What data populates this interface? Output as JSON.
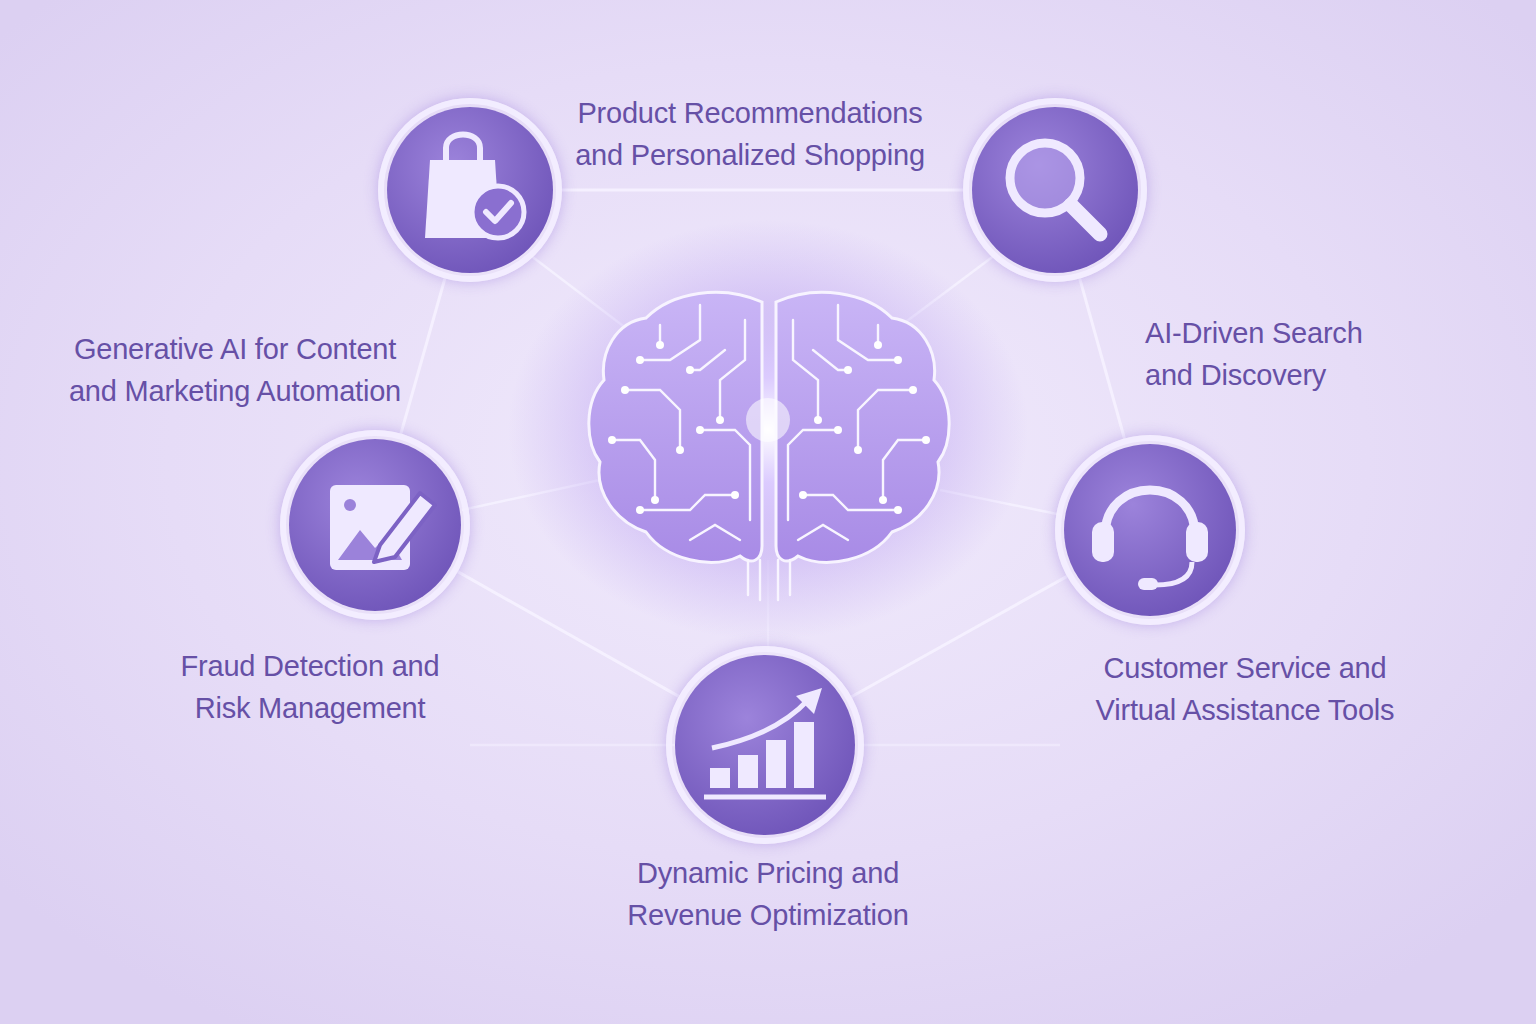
{
  "diagram": {
    "nodes": [
      {
        "text": [
          "Product Recommendations and Personalized Shopping"
        ]
      },
      {
        "text": [
          "AI-Driven Search and Discovery"
        ]
      },
      {
        "text": [
          "Generative AI for Content and Marketing Automation"
        ]
      },
      {
        "text": [
          "Customer Service and Virtual Assistance Tools"
        ]
      },
      {
        "text": [
          "Dynamic Pricing and Revenue Optimization"
        ]
      }
    ],
    "edges": [
      {
        "from": 0,
        "to": 1,
        "arrow": "none"
      },
      {
        "from": 1,
        "to": 3,
        "arrow": "none"
      },
      {
        "from": 3,
        "to": 4,
        "arrow": "none"
      },
      {
        "from": 4,
        "to": 2,
        "arrow": "none"
      },
      {
        "from": 2,
        "to": 0,
        "arrow": "none"
      }
    ],
    "labels": [
      "Fraud Detection and Risk Management"
    ]
  }
}
